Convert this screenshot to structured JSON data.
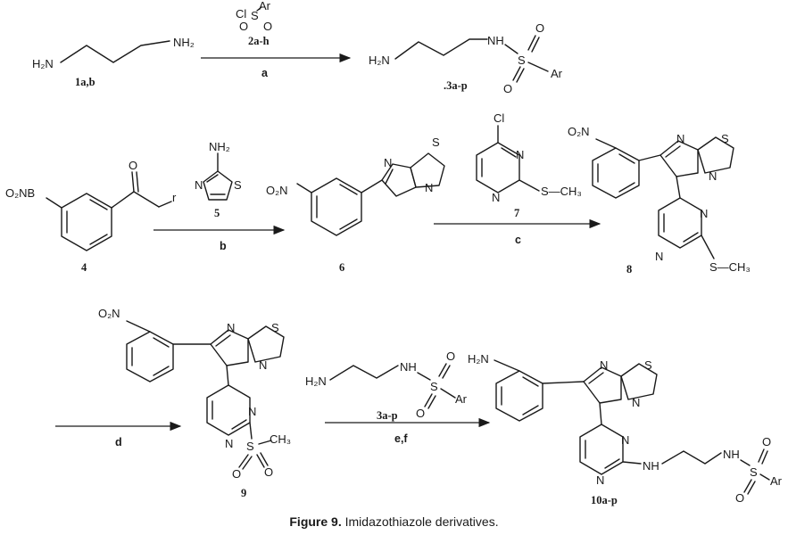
{
  "caption": {
    "label": "Figure 9.",
    "text": "Imidazothiazole derivatives."
  },
  "compounds": {
    "c1": "1a,b",
    "c2": "2a-h",
    "c3": ".3a-p",
    "c4": "4",
    "c5": "5",
    "c6": "6",
    "c7": "7",
    "c8": "8",
    "c9": "9",
    "c3b": "3a-p",
    "c10": "10a-p"
  },
  "steps": {
    "a": "a",
    "b": "b",
    "c": "c",
    "d": "d",
    "ef": "e,f"
  },
  "atoms": {
    "h2n": "H₂N",
    "nh2": "NH₂",
    "nh": "NH",
    "n": "N",
    "s": "S",
    "o": "O",
    "cl": "Cl",
    "ar": "Ar",
    "o2n": "O₂N",
    "o2nb": "O₂NB",
    "r": "r",
    "ch3": "CH₃",
    "sch3": "S—CH₃"
  }
}
